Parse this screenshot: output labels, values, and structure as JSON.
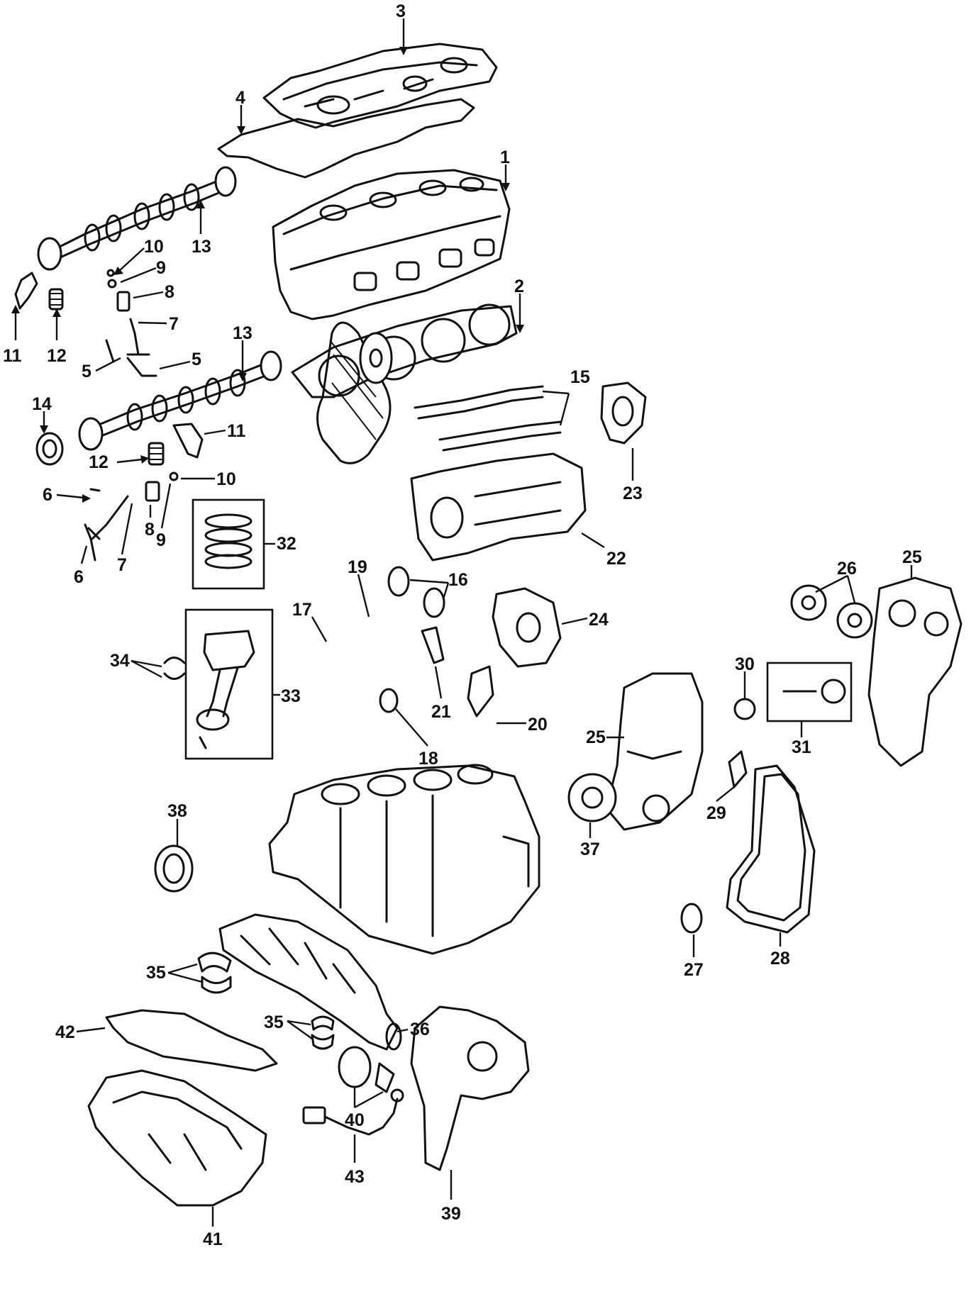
{
  "diagram": {
    "callouts": [
      {
        "id": "c1",
        "label": "1"
      },
      {
        "id": "c2",
        "label": "2"
      },
      {
        "id": "c3",
        "label": "3"
      },
      {
        "id": "c4",
        "label": "4"
      },
      {
        "id": "c5a",
        "label": "5"
      },
      {
        "id": "c5b",
        "label": "5"
      },
      {
        "id": "c6a",
        "label": "6"
      },
      {
        "id": "c6b",
        "label": "6"
      },
      {
        "id": "c7a",
        "label": "7"
      },
      {
        "id": "c7b",
        "label": "7"
      },
      {
        "id": "c8a",
        "label": "8"
      },
      {
        "id": "c8b",
        "label": "8"
      },
      {
        "id": "c9a",
        "label": "9"
      },
      {
        "id": "c9b",
        "label": "9"
      },
      {
        "id": "c10a",
        "label": "10"
      },
      {
        "id": "c10b",
        "label": "10"
      },
      {
        "id": "c11a",
        "label": "11"
      },
      {
        "id": "c11b",
        "label": "11"
      },
      {
        "id": "c12a",
        "label": "12"
      },
      {
        "id": "c12b",
        "label": "12"
      },
      {
        "id": "c13a",
        "label": "13"
      },
      {
        "id": "c13b",
        "label": "13"
      },
      {
        "id": "c14",
        "label": "14"
      },
      {
        "id": "c15",
        "label": "15"
      },
      {
        "id": "c16",
        "label": "16"
      },
      {
        "id": "c17",
        "label": "17"
      },
      {
        "id": "c18",
        "label": "18"
      },
      {
        "id": "c19",
        "label": "19"
      },
      {
        "id": "c20",
        "label": "20"
      },
      {
        "id": "c21",
        "label": "21"
      },
      {
        "id": "c22",
        "label": "22"
      },
      {
        "id": "c23",
        "label": "23"
      },
      {
        "id": "c24",
        "label": "24"
      },
      {
        "id": "c25a",
        "label": "25"
      },
      {
        "id": "c25b",
        "label": "25"
      },
      {
        "id": "c26",
        "label": "26"
      },
      {
        "id": "c27",
        "label": "27"
      },
      {
        "id": "c28",
        "label": "28"
      },
      {
        "id": "c29",
        "label": "29"
      },
      {
        "id": "c30",
        "label": "30"
      },
      {
        "id": "c31",
        "label": "31"
      },
      {
        "id": "c32",
        "label": "32"
      },
      {
        "id": "c33",
        "label": "33"
      },
      {
        "id": "c34",
        "label": "34"
      },
      {
        "id": "c35a",
        "label": "35"
      },
      {
        "id": "c35b",
        "label": "35"
      },
      {
        "id": "c36",
        "label": "36"
      },
      {
        "id": "c37",
        "label": "37"
      },
      {
        "id": "c38",
        "label": "38"
      },
      {
        "id": "c39",
        "label": "39"
      },
      {
        "id": "c40",
        "label": "40"
      },
      {
        "id": "c41",
        "label": "41"
      },
      {
        "id": "c42",
        "label": "42"
      },
      {
        "id": "c43",
        "label": "43"
      }
    ]
  }
}
